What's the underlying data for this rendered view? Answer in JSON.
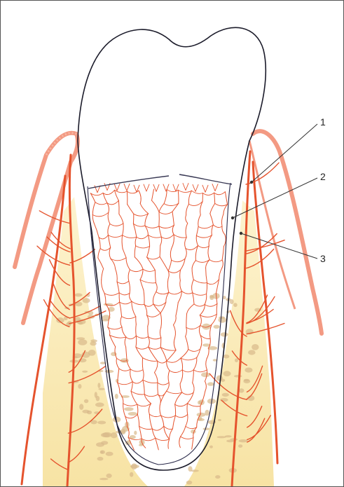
{
  "figure": {
    "labels": [
      {
        "id": "1",
        "text": "1"
      },
      {
        "id": "2",
        "text": "2"
      },
      {
        "id": "3",
        "text": "3"
      }
    ]
  },
  "colors": {
    "vessel": "#e5532d",
    "gingiva": "#f39a83",
    "bone_light": "#fdf1c7",
    "bone_dark": "#f6e3a0",
    "bone_spot": "#d8b98a",
    "outline": "#1b1b2a",
    "line": "#333333"
  }
}
